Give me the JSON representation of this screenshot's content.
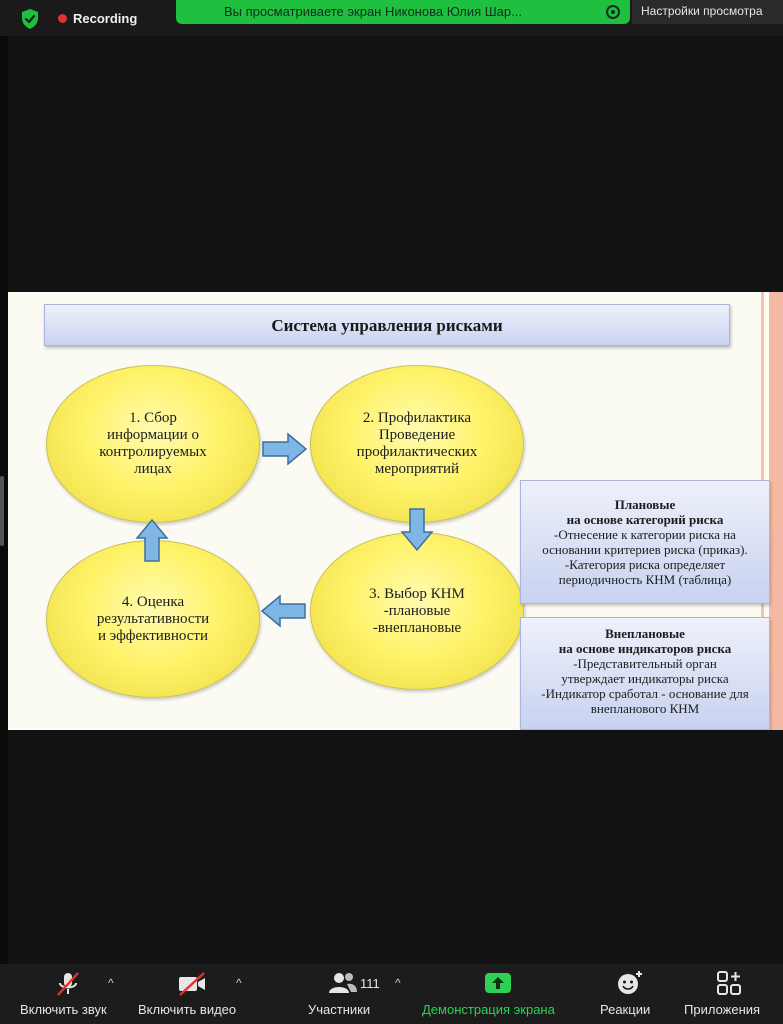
{
  "topbar": {
    "recording_label": "Recording",
    "share_banner_text": "Вы просматриваете экран Никонова Юлия Шар...",
    "view_settings_label": "Настройки просмотра"
  },
  "slide": {
    "title": "Система управления рисками",
    "ellipses": [
      {
        "lines": [
          "1. Сбор",
          "информации о",
          "контролируемых",
          "лицах"
        ]
      },
      {
        "lines": [
          "2. Профилактика",
          "Проведение",
          "профилактических",
          "мероприятий"
        ]
      },
      {
        "lines": [
          "3. Выбор КНМ",
          "-плановые",
          "-внеплановые"
        ]
      },
      {
        "lines": [
          "4. Оценка",
          "результативности",
          "и эффективности"
        ]
      }
    ],
    "planned": {
      "title1": "Плановые",
      "title2": "на основе категорий риска",
      "lines": [
        "-Отнесение к категории риска на",
        "основании критериев риска (приказ).",
        "-Категория риска определяет",
        "периодичность КНМ (таблица)"
      ]
    },
    "unplanned": {
      "title1": "Внеплановые",
      "title2": "на основе индикаторов риска",
      "lines": [
        "-Представительный орган",
        "утверждает индикаторы риска",
        "-Индикатор сработал - основание для",
        "внепланового КНМ"
      ]
    }
  },
  "toolbar": {
    "items": [
      {
        "label": "Включить звук",
        "icon": "mic-muted-icon"
      },
      {
        "label": "Включить видео",
        "icon": "video-muted-icon"
      },
      {
        "label": "Участники",
        "icon": "participants-icon",
        "count": "111"
      },
      {
        "label": "Демонстрация экрана",
        "icon": "share-screen-icon"
      },
      {
        "label": "Реакции",
        "icon": "reactions-icon"
      },
      {
        "label": "Приложения",
        "icon": "apps-icon"
      }
    ],
    "caret": "^"
  },
  "colors": {
    "accent_green": "#1fbf3f",
    "record_red": "#e5312b",
    "ellipse_yellow": "#fff36a",
    "box_blue": "#c9d3f1",
    "arrow_blue": "#7fb6e6"
  }
}
